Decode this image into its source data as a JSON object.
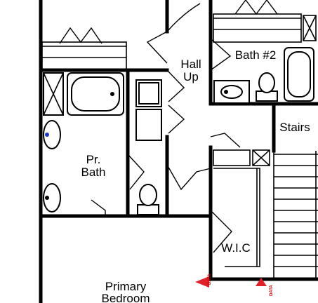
{
  "rooms": {
    "hall": [
      "Hall",
      "Up"
    ],
    "bath2": "Bath #2",
    "stairs": "Stairs",
    "pr_bath": [
      "Pr.",
      "Bath"
    ],
    "wic": "W.I.C",
    "primary_bedroom": [
      "Primary",
      "Bedroom"
    ]
  },
  "markers": {
    "data_label": "DATA"
  },
  "colors": {
    "data_marker": "#e0202a",
    "fixture_marker": "#1a37c8"
  }
}
